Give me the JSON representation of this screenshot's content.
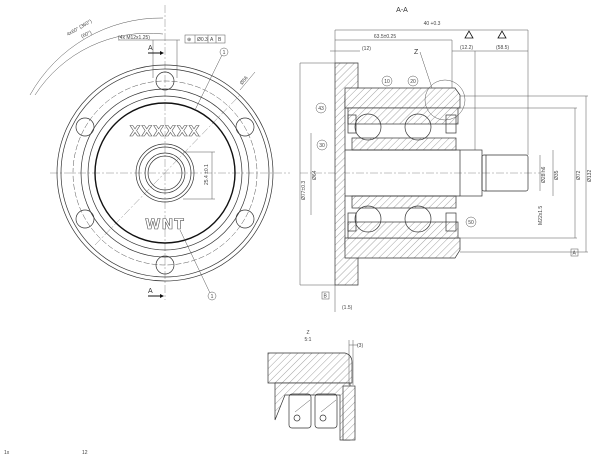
{
  "drawing": {
    "section_title": "A-A",
    "detail_title": "Z",
    "detail_scale": "5:1",
    "front_view": {
      "marking_text": "XXXXXX",
      "logo_text": "WNT",
      "section_marker": "A",
      "angle_dim_outer": "4x60° (360°)",
      "angle_dim_inner": "(60°)",
      "hole_callout": "(4x M12x1.25)",
      "tolerance_frame": [
        "⊕",
        "Ø0.3",
        "A",
        "B"
      ],
      "diameter_label": "Ø56",
      "bore_dim": "25.4 ±0.1",
      "balloons": [
        "1",
        "1"
      ]
    },
    "section_view": {
      "overall_length": "40 +0.3",
      "length_dim": "63.5±0.25",
      "small_dim": "(12)",
      "detail_marker": "Z",
      "dim_a": "(12.2)",
      "dim_b": "(58.5)",
      "warning_icons": [
        "triangle",
        "triangle"
      ],
      "balloons": [
        "10",
        "20",
        "43",
        "30",
        "50"
      ],
      "dia_flange": "Ø77±0.3",
      "dia_pilot": "Ø64",
      "dia_shaft": "Ø28 h6",
      "dia_seat": "Ø35",
      "dia_outer": "Ø72",
      "dia_max": "Ø132",
      "thread": "M22x1.5",
      "datum_a": "A",
      "datum_b": "B",
      "flange_offset": "(1.5)"
    },
    "detail_view": {
      "gap_dim": "(3)"
    },
    "footer": {
      "left": "1x",
      "right": "12"
    }
  }
}
